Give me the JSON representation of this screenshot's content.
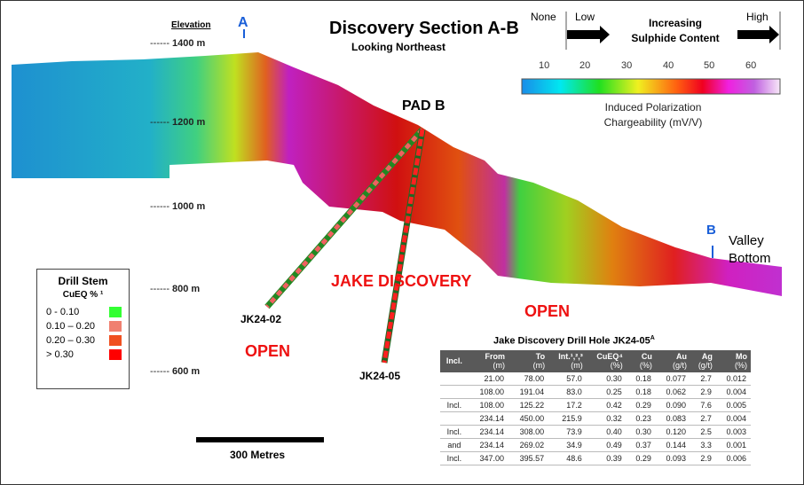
{
  "title": "Discovery Section A-B",
  "subtitle": "Looking Northeast",
  "elevation": {
    "label": "Elevation",
    "ticks": [
      "1400 m",
      "1200 m",
      "1000 m",
      "800 m",
      "600 m"
    ]
  },
  "markers": {
    "a": "A",
    "b": "B",
    "pad": "PAD B",
    "valley": "Valley",
    "bottom": "Bottom"
  },
  "holes": {
    "h1": "JK24-02",
    "h2": "JK24-05"
  },
  "annotations": {
    "discovery": "JAKE DISCOVERY",
    "open1": "OPEN",
    "open2": "OPEN"
  },
  "scale": "300 Metres",
  "ip_legend": {
    "none": "None",
    "low": "Low",
    "high": "High",
    "increasing1": "Increasing",
    "increasing2": "Sulphide Content",
    "ticks": [
      "10",
      "20",
      "30",
      "40",
      "50",
      "60"
    ],
    "title1": "Induced Polarization",
    "title2": "Chargeability (mV/V)"
  },
  "drill_legend": {
    "title1": "Drill Stem",
    "title2": "CuEQ % ¹",
    "items": [
      {
        "label": "0 - 0.10",
        "color": "#33ff33"
      },
      {
        "label": "0.10 – 0.20",
        "color": "#f08070"
      },
      {
        "label": "0.20 – 0.30",
        "color": "#f05020"
      },
      {
        "label": "> 0.30",
        "color": "#ff0000"
      }
    ]
  },
  "table": {
    "title": "Jake Discovery Drill Hole JK24-05",
    "title_sup": "A",
    "headers": [
      [
        "Incl.",
        ""
      ],
      [
        "From",
        "(m)"
      ],
      [
        "To",
        "(m)"
      ],
      [
        "Int.¹,²,³",
        "(m)"
      ],
      [
        "CuEQ⁴",
        "(%)"
      ],
      [
        "Cu",
        "(%)"
      ],
      [
        "Au",
        "(g/t)"
      ],
      [
        "Ag",
        "(g/t)"
      ],
      [
        "Mo",
        "(%)"
      ]
    ],
    "rows": [
      [
        "",
        "21.00",
        "78.00",
        "57.0",
        "0.30",
        "0.18",
        "0.077",
        "2.7",
        "0.012"
      ],
      [
        "",
        "108.00",
        "191.04",
        "83.0",
        "0.25",
        "0.18",
        "0.062",
        "2.9",
        "0.004"
      ],
      [
        "Incl.",
        "108.00",
        "125.22",
        "17.2",
        "0.42",
        "0.29",
        "0.090",
        "7.6",
        "0.005"
      ],
      [
        "",
        "234.14",
        "450.00",
        "215.9",
        "0.32",
        "0.23",
        "0.083",
        "2.7",
        "0.004"
      ],
      [
        "Incl.",
        "234.14",
        "308.00",
        "73.9",
        "0.40",
        "0.30",
        "0.120",
        "2.5",
        "0.003"
      ],
      [
        "and",
        "234.14",
        "269.02",
        "34.9",
        "0.49",
        "0.37",
        "0.144",
        "3.3",
        "0.001"
      ],
      [
        "Incl.",
        "347.00",
        "395.57",
        "48.6",
        "0.39",
        "0.29",
        "0.093",
        "2.9",
        "0.006"
      ]
    ]
  }
}
